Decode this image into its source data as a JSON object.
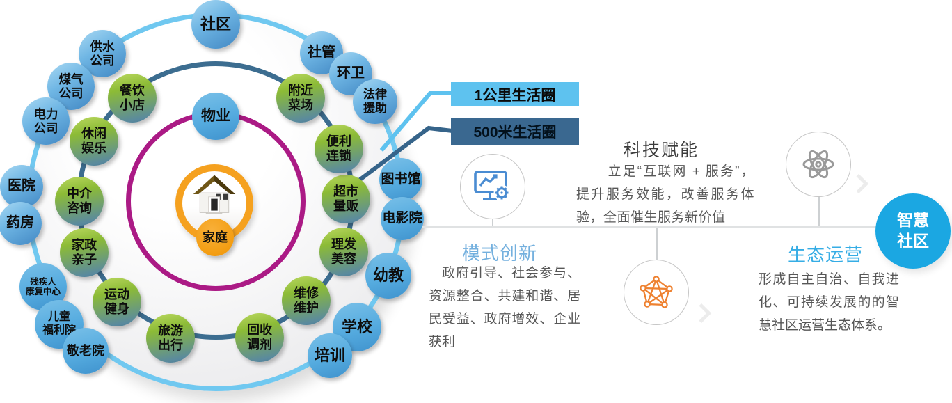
{
  "diagram": {
    "center_bubble": {
      "label": "家庭"
    },
    "bubbles": [
      {
        "label": "社区"
      },
      {
        "label": "供水\n公司"
      },
      {
        "label": "煤气\n公司"
      },
      {
        "label": "电力\n公司"
      },
      {
        "label": "医院"
      },
      {
        "label": "药房"
      },
      {
        "label": "残疾人\n康复中心"
      },
      {
        "label": "儿童\n福利院"
      },
      {
        "label": "敬老院"
      },
      {
        "label": "社管"
      },
      {
        "label": "环卫"
      },
      {
        "label": "法律\n援助"
      },
      {
        "label": "图书馆"
      },
      {
        "label": "电影院"
      },
      {
        "label": "幼教"
      },
      {
        "label": "学校"
      },
      {
        "label": "培训"
      },
      {
        "label": "餐饮\n小店"
      },
      {
        "label": "休闲\n娱乐"
      },
      {
        "label": "中介\n咨询"
      },
      {
        "label": "家政\n亲子"
      },
      {
        "label": "运动\n健身"
      },
      {
        "label": "旅游\n出行"
      },
      {
        "label": "回收\n调剂"
      },
      {
        "label": "维修\n维护"
      },
      {
        "label": "理发\n美容"
      },
      {
        "label": "超市\n量贩"
      },
      {
        "label": "便利\n连锁"
      },
      {
        "label": "附近\n菜场"
      },
      {
        "label": "物业"
      }
    ],
    "legend": [
      {
        "label": "1公里生活圈",
        "color": "#5ec2ef"
      },
      {
        "label": "500米生活圈",
        "color": "#3a6890"
      }
    ],
    "ring_colors": {
      "outer": "#70c8f0",
      "middle": "#3c6d90",
      "inner": "#ab1a85",
      "family": "#f5a11f"
    }
  },
  "panel": {
    "sections": [
      {
        "title": "模式创新",
        "icon": "monitor-chart-gear-icon",
        "body": "政府引导、社会参与、资源整合、共建和谐、居民受益、政府增效、企业获利"
      },
      {
        "title": "科技赋能",
        "icon": "network-graph-icon",
        "body": "立足“互联网 + 服务”，提升服务效能，改善服务体验，全面催生服务新价值"
      },
      {
        "title": "生态运营",
        "icon": "atom-icon",
        "body": "形成自主自治、自我进化、可持续发展的的智慧社区运营生态体系。"
      }
    ],
    "badge": {
      "label": "智慧\n社区",
      "color": "#1ba7e2"
    }
  }
}
